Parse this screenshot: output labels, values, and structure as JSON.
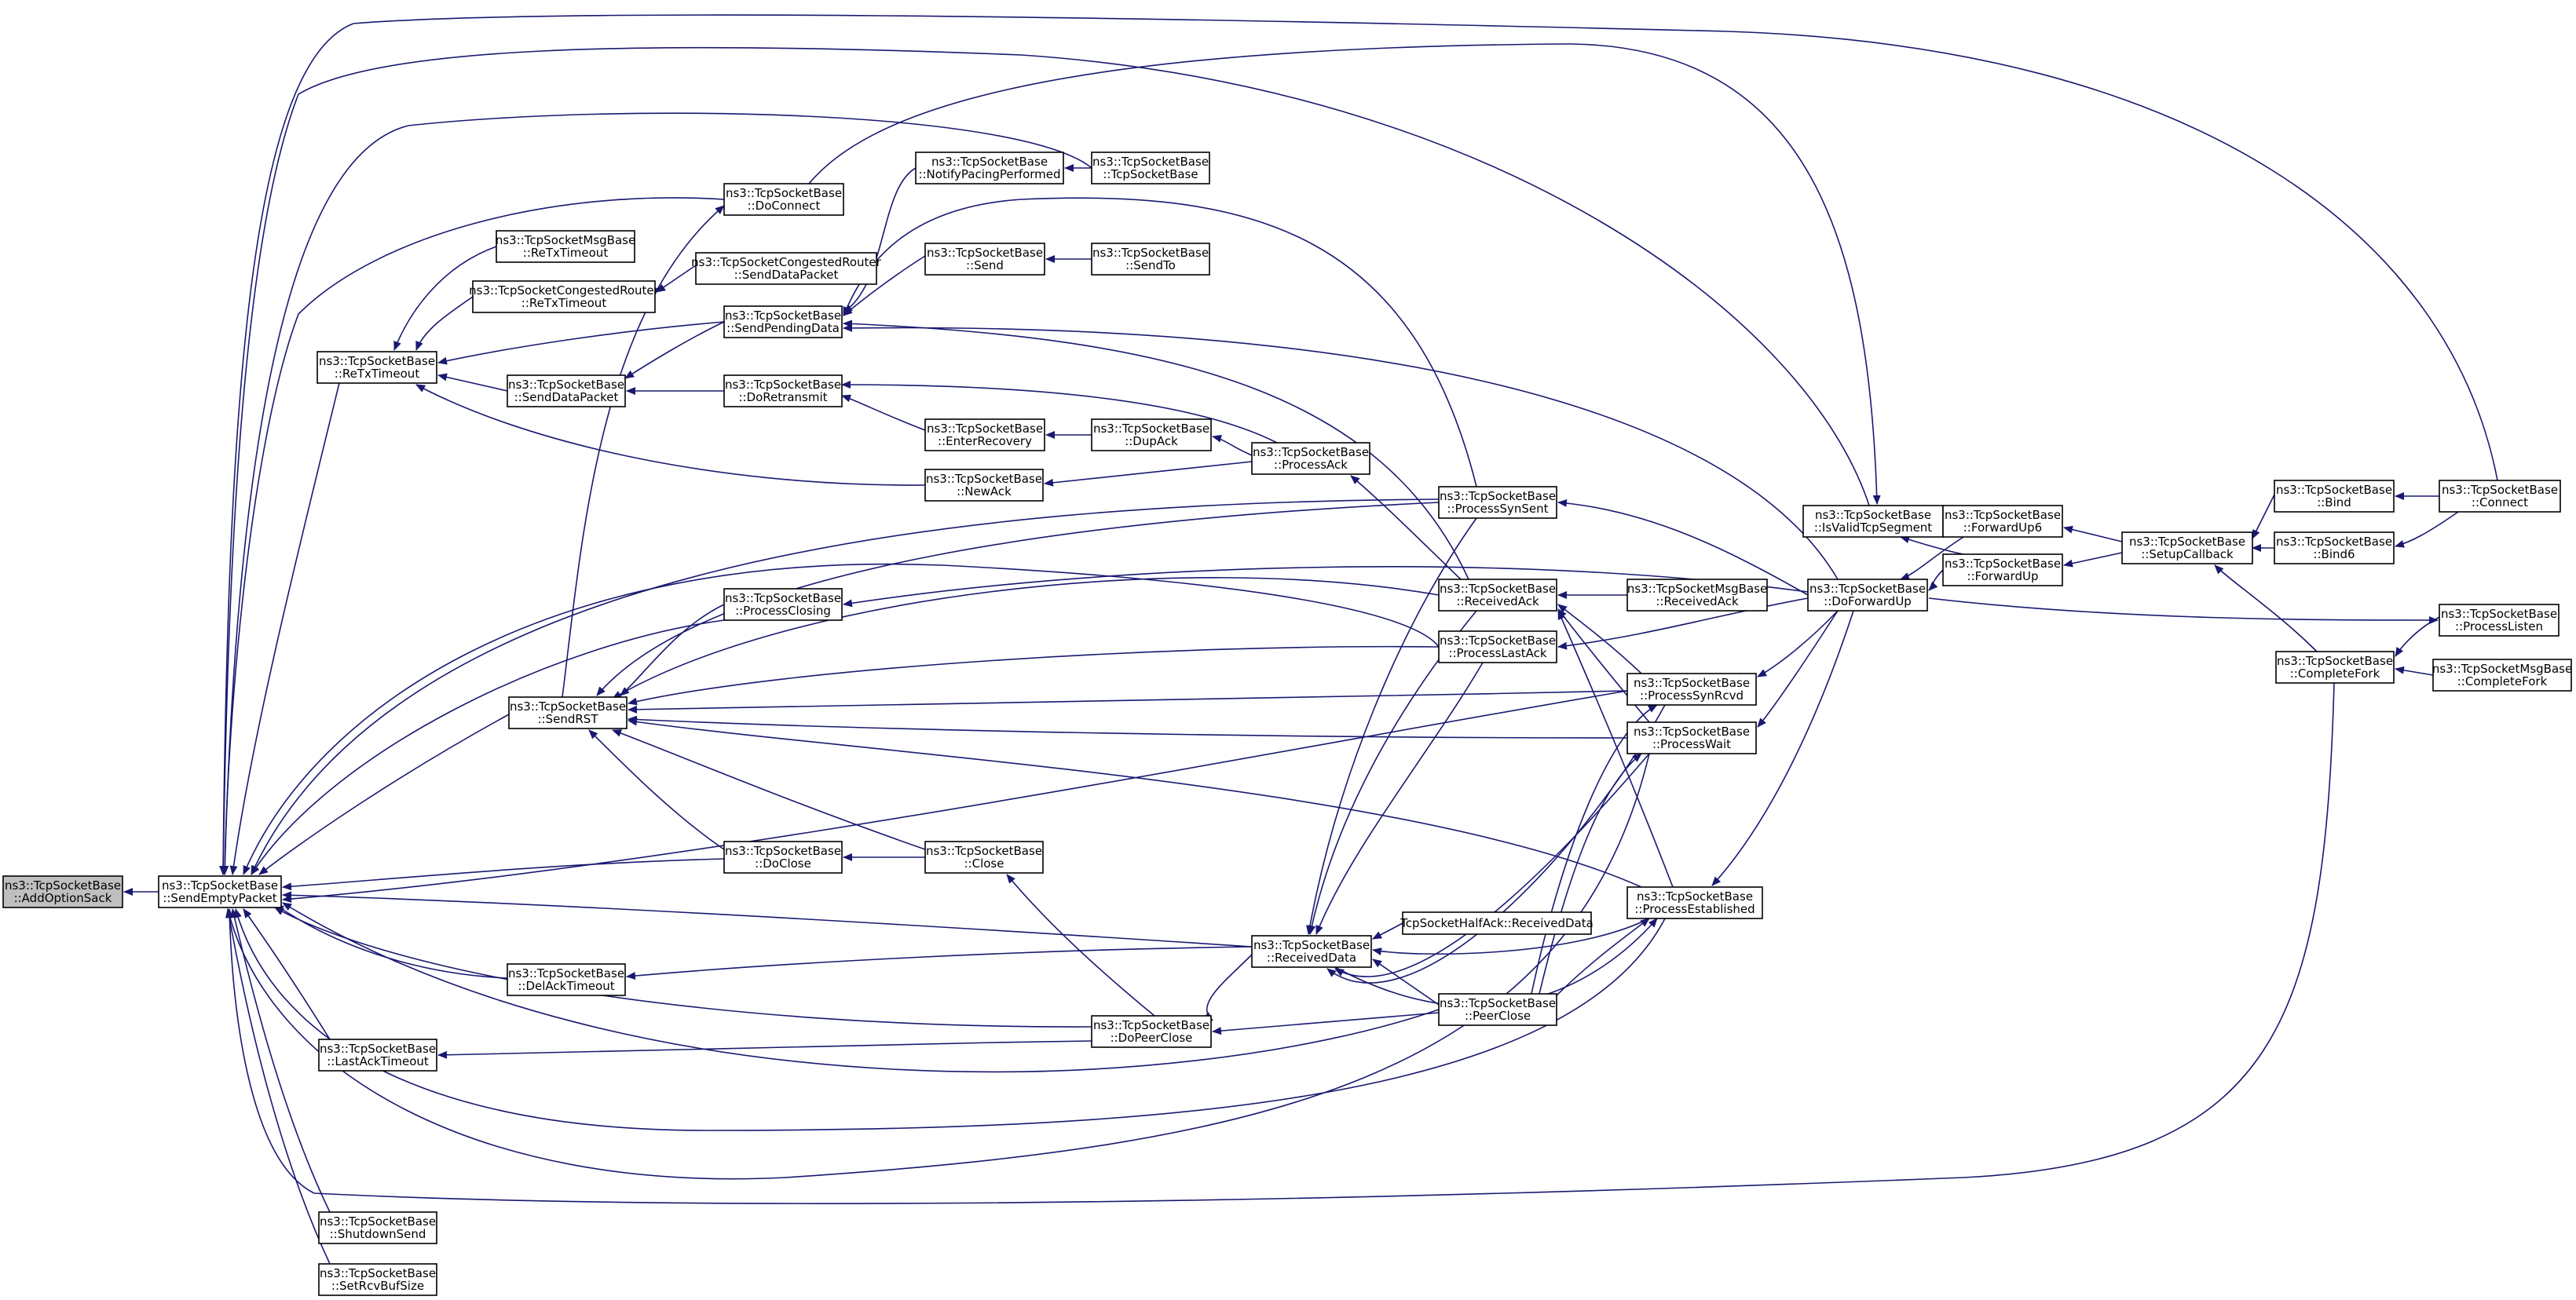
{
  "graph": {
    "edge_color": "#191970",
    "root_fill": "#bfbfbf",
    "nodes": [
      {
        "id": "root",
        "lines": [
          "ns3::TcpSocketBase",
          "::AddOptionSack"
        ]
      },
      {
        "id": "sendempty",
        "lines": [
          "ns3::TcpSocketBase",
          "::SendEmptyPacket"
        ]
      },
      {
        "id": "rextimeout",
        "lines": [
          "ns3::TcpSocketBase",
          "::ReTxTimeout"
        ]
      },
      {
        "id": "sendrst",
        "lines": [
          "ns3::TcpSocketBase",
          "::SendRST"
        ]
      },
      {
        "id": "delack",
        "lines": [
          "ns3::TcpSocketBase",
          "::DelAckTimeout"
        ]
      },
      {
        "id": "lastacktimeout",
        "lines": [
          "ns3::TcpSocketBase",
          "::LastAckTimeout"
        ]
      },
      {
        "id": "shutdownsend",
        "lines": [
          "ns3::TcpSocketBase",
          "::ShutdownSend"
        ]
      },
      {
        "id": "setrcvbuf",
        "lines": [
          "ns3::TcpSocketBase",
          "::SetRcvBufSize"
        ]
      },
      {
        "id": "msgrextimeout",
        "lines": [
          "ns3::TcpSocketMsgBase",
          "::ReTxTimeout"
        ]
      },
      {
        "id": "congrextimeout",
        "lines": [
          "ns3::TcpSocketCongestedRouter",
          "::ReTxTimeout"
        ]
      },
      {
        "id": "senddatapacket",
        "lines": [
          "ns3::TcpSocketBase",
          "::SendDataPacket"
        ]
      },
      {
        "id": "doconnect",
        "lines": [
          "ns3::TcpSocketBase",
          "::DoConnect"
        ]
      },
      {
        "id": "congsenddata",
        "lines": [
          "ns3::TcpSocketCongestedRouter",
          "::SendDataPacket"
        ]
      },
      {
        "id": "sendpending",
        "lines": [
          "ns3::TcpSocketBase",
          "::SendPendingData"
        ]
      },
      {
        "id": "doretransmit",
        "lines": [
          "ns3::TcpSocketBase",
          "::DoRetransmit"
        ]
      },
      {
        "id": "processclosing",
        "lines": [
          "ns3::TcpSocketBase",
          "::ProcessClosing"
        ]
      },
      {
        "id": "doclose",
        "lines": [
          "ns3::TcpSocketBase",
          "::DoClose"
        ]
      },
      {
        "id": "notifypacing",
        "lines": [
          "ns3::TcpSocketBase",
          "::NotifyPacingPerformed"
        ]
      },
      {
        "id": "send",
        "lines": [
          "ns3::TcpSocketBase",
          "::Send"
        ]
      },
      {
        "id": "enterrecovery",
        "lines": [
          "ns3::TcpSocketBase",
          "::EnterRecovery"
        ]
      },
      {
        "id": "newack",
        "lines": [
          "ns3::TcpSocketBase",
          "::NewAck"
        ]
      },
      {
        "id": "close",
        "lines": [
          "ns3::TcpSocketBase",
          "::Close"
        ]
      },
      {
        "id": "tcpsocketbase",
        "lines": [
          "ns3::TcpSocketBase",
          "::TcpSocketBase"
        ]
      },
      {
        "id": "sendto",
        "lines": [
          "ns3::TcpSocketBase",
          "::SendTo"
        ]
      },
      {
        "id": "dupack",
        "lines": [
          "ns3::TcpSocketBase",
          "::DupAck"
        ]
      },
      {
        "id": "dopeerclose",
        "lines": [
          "ns3::TcpSocketBase",
          "::DoPeerClose"
        ]
      },
      {
        "id": "processack",
        "lines": [
          "ns3::TcpSocketBase",
          "::ProcessAck"
        ]
      },
      {
        "id": "receiveddata",
        "lines": [
          "ns3::TcpSocketBase",
          "::ReceivedData"
        ]
      },
      {
        "id": "processsynsent",
        "lines": [
          "ns3::TcpSocketBase",
          "::ProcessSynSent"
        ]
      },
      {
        "id": "receivedack",
        "lines": [
          "ns3::TcpSocketBase",
          "::ReceivedAck"
        ]
      },
      {
        "id": "processlastack",
        "lines": [
          "ns3::TcpSocketBase",
          "::ProcessLastAck"
        ]
      },
      {
        "id": "halfack",
        "lines": [
          "TcpSocketHalfAck::ReceivedData"
        ]
      },
      {
        "id": "peerclose",
        "lines": [
          "ns3::TcpSocketBase",
          "::PeerClose"
        ]
      },
      {
        "id": "msgreceivedack",
        "lines": [
          "ns3::TcpSocketMsgBase",
          "::ReceivedAck"
        ]
      },
      {
        "id": "processsynrcvd",
        "lines": [
          "ns3::TcpSocketBase",
          "::ProcessSynRcvd"
        ]
      },
      {
        "id": "processwait",
        "lines": [
          "ns3::TcpSocketBase",
          "::ProcessWait"
        ]
      },
      {
        "id": "processestablished",
        "lines": [
          "ns3::TcpSocketBase",
          "::ProcessEstablished"
        ]
      },
      {
        "id": "isvalid",
        "lines": [
          "ns3::TcpSocketBase",
          "::IsValidTcpSegment"
        ]
      },
      {
        "id": "doforwardup",
        "lines": [
          "ns3::TcpSocketBase",
          "::DoForwardUp"
        ]
      },
      {
        "id": "forwardup6",
        "lines": [
          "ns3::TcpSocketBase",
          "::ForwardUp6"
        ]
      },
      {
        "id": "forwardup",
        "lines": [
          "ns3::TcpSocketBase",
          "::ForwardUp"
        ]
      },
      {
        "id": "setupcallback",
        "lines": [
          "ns3::TcpSocketBase",
          "::SetupCallback"
        ]
      },
      {
        "id": "bind",
        "lines": [
          "ns3::TcpSocketBase",
          "::Bind"
        ]
      },
      {
        "id": "bind6",
        "lines": [
          "ns3::TcpSocketBase",
          "::Bind6"
        ]
      },
      {
        "id": "connect",
        "lines": [
          "ns3::TcpSocketBase",
          "::Connect"
        ]
      },
      {
        "id": "processlisten",
        "lines": [
          "ns3::TcpSocketBase",
          "::ProcessListen"
        ]
      },
      {
        "id": "completefork",
        "lines": [
          "ns3::TcpSocketBase",
          "::CompleteFork"
        ]
      },
      {
        "id": "msgcompletefork",
        "lines": [
          "ns3::TcpSocketMsgBase",
          "::CompleteFork"
        ]
      }
    ]
  }
}
